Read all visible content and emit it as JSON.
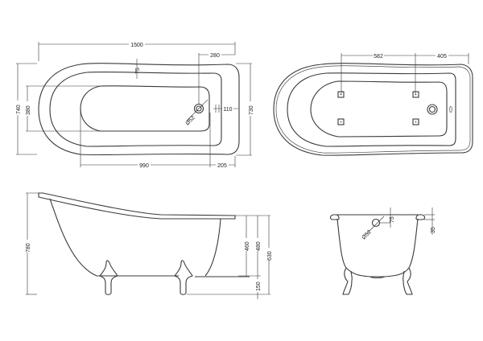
{
  "diagram": {
    "type": "technical-drawing",
    "subject": "single-ended slipper clawfoot bath",
    "views": {
      "plan_dimensions": {
        "overall_length": "1500",
        "waste_offset_from_end": "280",
        "rim_width_top": "75",
        "overall_width_left": "740",
        "inner_width": "380",
        "waste_to_edge": "110",
        "overall_width_right": "730",
        "waste_diameter": "Ø52",
        "inner_length": "990",
        "end_rim": "205"
      },
      "plan_feet": {
        "foot_spacing": "582",
        "foot_to_end": "405"
      },
      "side_elevation": {
        "overall_height": "780",
        "inner_depth": "460",
        "rim_height": "480",
        "end_height": "630",
        "foot_height": "150"
      },
      "end_elevation": {
        "waste_diameter": "Ø52",
        "overflow_drop": "75",
        "rim_thickness": "35"
      }
    }
  }
}
